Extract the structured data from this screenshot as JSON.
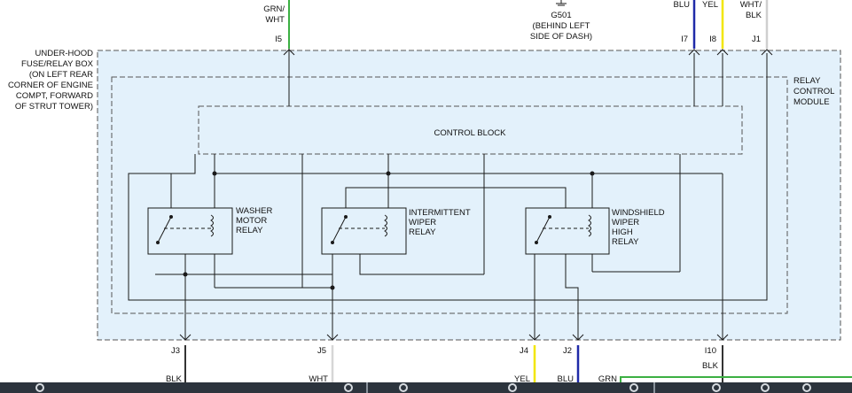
{
  "labels": {
    "fuse_box": [
      "UNDER-HOOD",
      "FUSE/RELAY BOX",
      "(ON LEFT REAR",
      "CORNER OF ENGINE",
      "COMPT, FORWARD",
      "OF STRUT TOWER)"
    ],
    "relay_module": [
      "RELAY",
      "CONTROL",
      "MODULE"
    ],
    "ground": [
      "G501",
      "(BEHIND LEFT",
      "SIDE OF DASH)"
    ],
    "control_block": "CONTROL BLOCK",
    "washer_relay": [
      "WASHER",
      "MOTOR",
      "RELAY"
    ],
    "intermittent_relay": [
      "INTERMITTENT",
      "WIPER",
      "RELAY"
    ],
    "high_relay": [
      "WINDSHIELD",
      "WIPER",
      "HIGH",
      "RELAY"
    ]
  },
  "wires_top": {
    "i5": {
      "pin": "I5",
      "color_line1": "GRN/",
      "color_line2": "WHT",
      "hex": "#3cb043"
    },
    "i7": {
      "pin": "I7",
      "color": "BLU",
      "hex": "#1f2aa8"
    },
    "i8": {
      "pin": "I8",
      "color": "YEL",
      "hex": "#f2e600"
    },
    "j1": {
      "pin": "J1",
      "color_line1": "WHT/",
      "color_line2": "BLK",
      "hex": "#cfcfcf"
    }
  },
  "wires_bottom": {
    "j3": {
      "pin": "J3",
      "color": "BLK",
      "hex": "#333333"
    },
    "j5": {
      "pin": "J5",
      "color": "WHT",
      "hex": "#d6d6d6"
    },
    "j4": {
      "pin": "J4",
      "color": "YEL",
      "hex": "#f2e600"
    },
    "j2": {
      "pin": "J2",
      "color": "BLU",
      "hex": "#1f2aa8"
    },
    "i10": {
      "pin": "I10",
      "color": "BLK",
      "hex": "#333333"
    },
    "extra": {
      "color": "GRN",
      "hex": "#3cb043"
    }
  },
  "toolbar_icons": [
    "chevron-left-icon",
    "help-icon",
    "key-icon",
    "quote-icon",
    "refresh-icon",
    "zoom-in-icon",
    "zoom-out-icon",
    "reader-icon"
  ],
  "colors": {
    "box_fill": "#e3f1fb",
    "dashed": "#555555",
    "wire": "#1a1a1a"
  }
}
